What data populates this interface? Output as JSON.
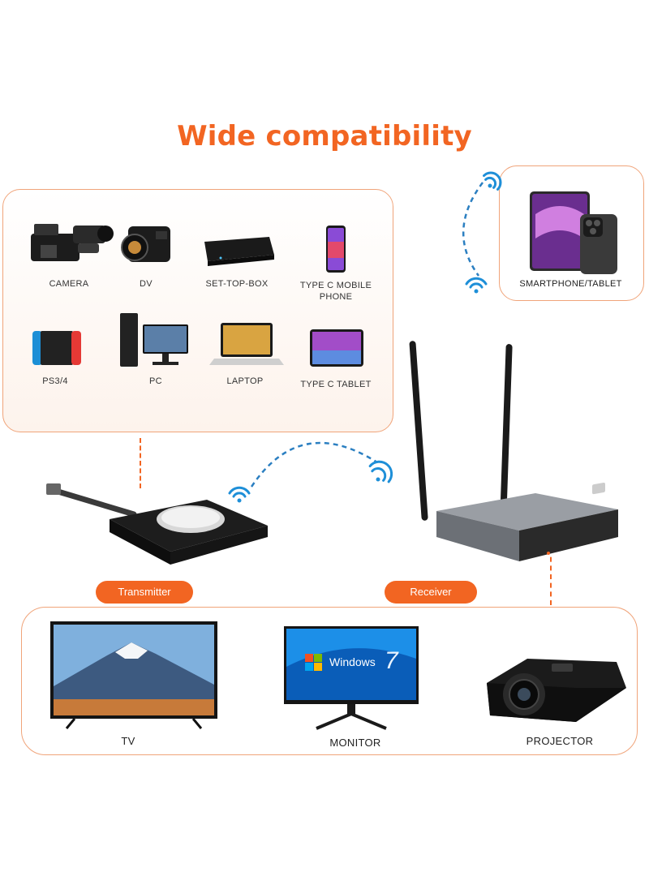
{
  "title": "Wide compatibility",
  "sources": [
    {
      "label": "CAMERA"
    },
    {
      "label": "DV"
    },
    {
      "label": "SET-TOP-BOX"
    },
    {
      "label": "TYPE C MOBILE PHONE"
    },
    {
      "label": "PS3/4"
    },
    {
      "label": "PC"
    },
    {
      "label": "LAPTOP"
    },
    {
      "label": "TYPE C TABLET"
    }
  ],
  "mobile": {
    "label": "SMARTPHONE/TABLET"
  },
  "transmitter": {
    "label": "Transmitter"
  },
  "receiver": {
    "label": "Receiver"
  },
  "displays": [
    {
      "label": "TV"
    },
    {
      "label": "MONITOR"
    },
    {
      "label": "PROJECTOR"
    }
  ],
  "monitor_screen_text": "Windows",
  "monitor_screen_number": "7",
  "colors": {
    "accent": "#f26522",
    "wifi": "#1e8fd8",
    "box_border": "#f0a47a"
  }
}
